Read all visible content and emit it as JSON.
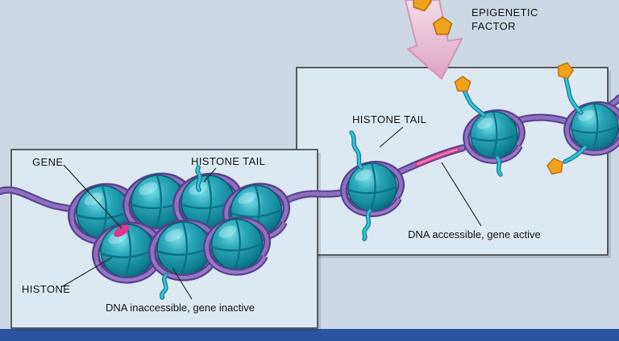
{
  "header": {
    "epigenetic_factor_line1": "EPIGENETIC",
    "epigenetic_factor_line2": "FACTOR"
  },
  "left_panel": {
    "gene_label": "GENE",
    "histone_tail_label": "HISTONE TAIL",
    "histone_label": "HISTONE",
    "caption": "DNA inaccessible, gene inactive"
  },
  "right_panel": {
    "histone_tail_label": "HISTONE TAIL",
    "caption": "DNA accessible, gene active"
  },
  "icons": {
    "epigenetic_factor": "pentagon-icon"
  },
  "colors": {
    "background": "#cbd8e3",
    "panel_fill": "#dde9f2",
    "panel_border": "#3c3c3c",
    "histone_teal": "#14899e",
    "dna_purple_dark": "#5a3f8e",
    "dna_purple_light": "#8d6fc0",
    "gene_pink": "#e0368c",
    "tail_cyan": "#35c2d8",
    "factor_orange": "#f2a11d",
    "arrow_pink": "#e8b7cf",
    "bottom_bar_blue": "#2a55a0",
    "label_text": "#141414"
  }
}
